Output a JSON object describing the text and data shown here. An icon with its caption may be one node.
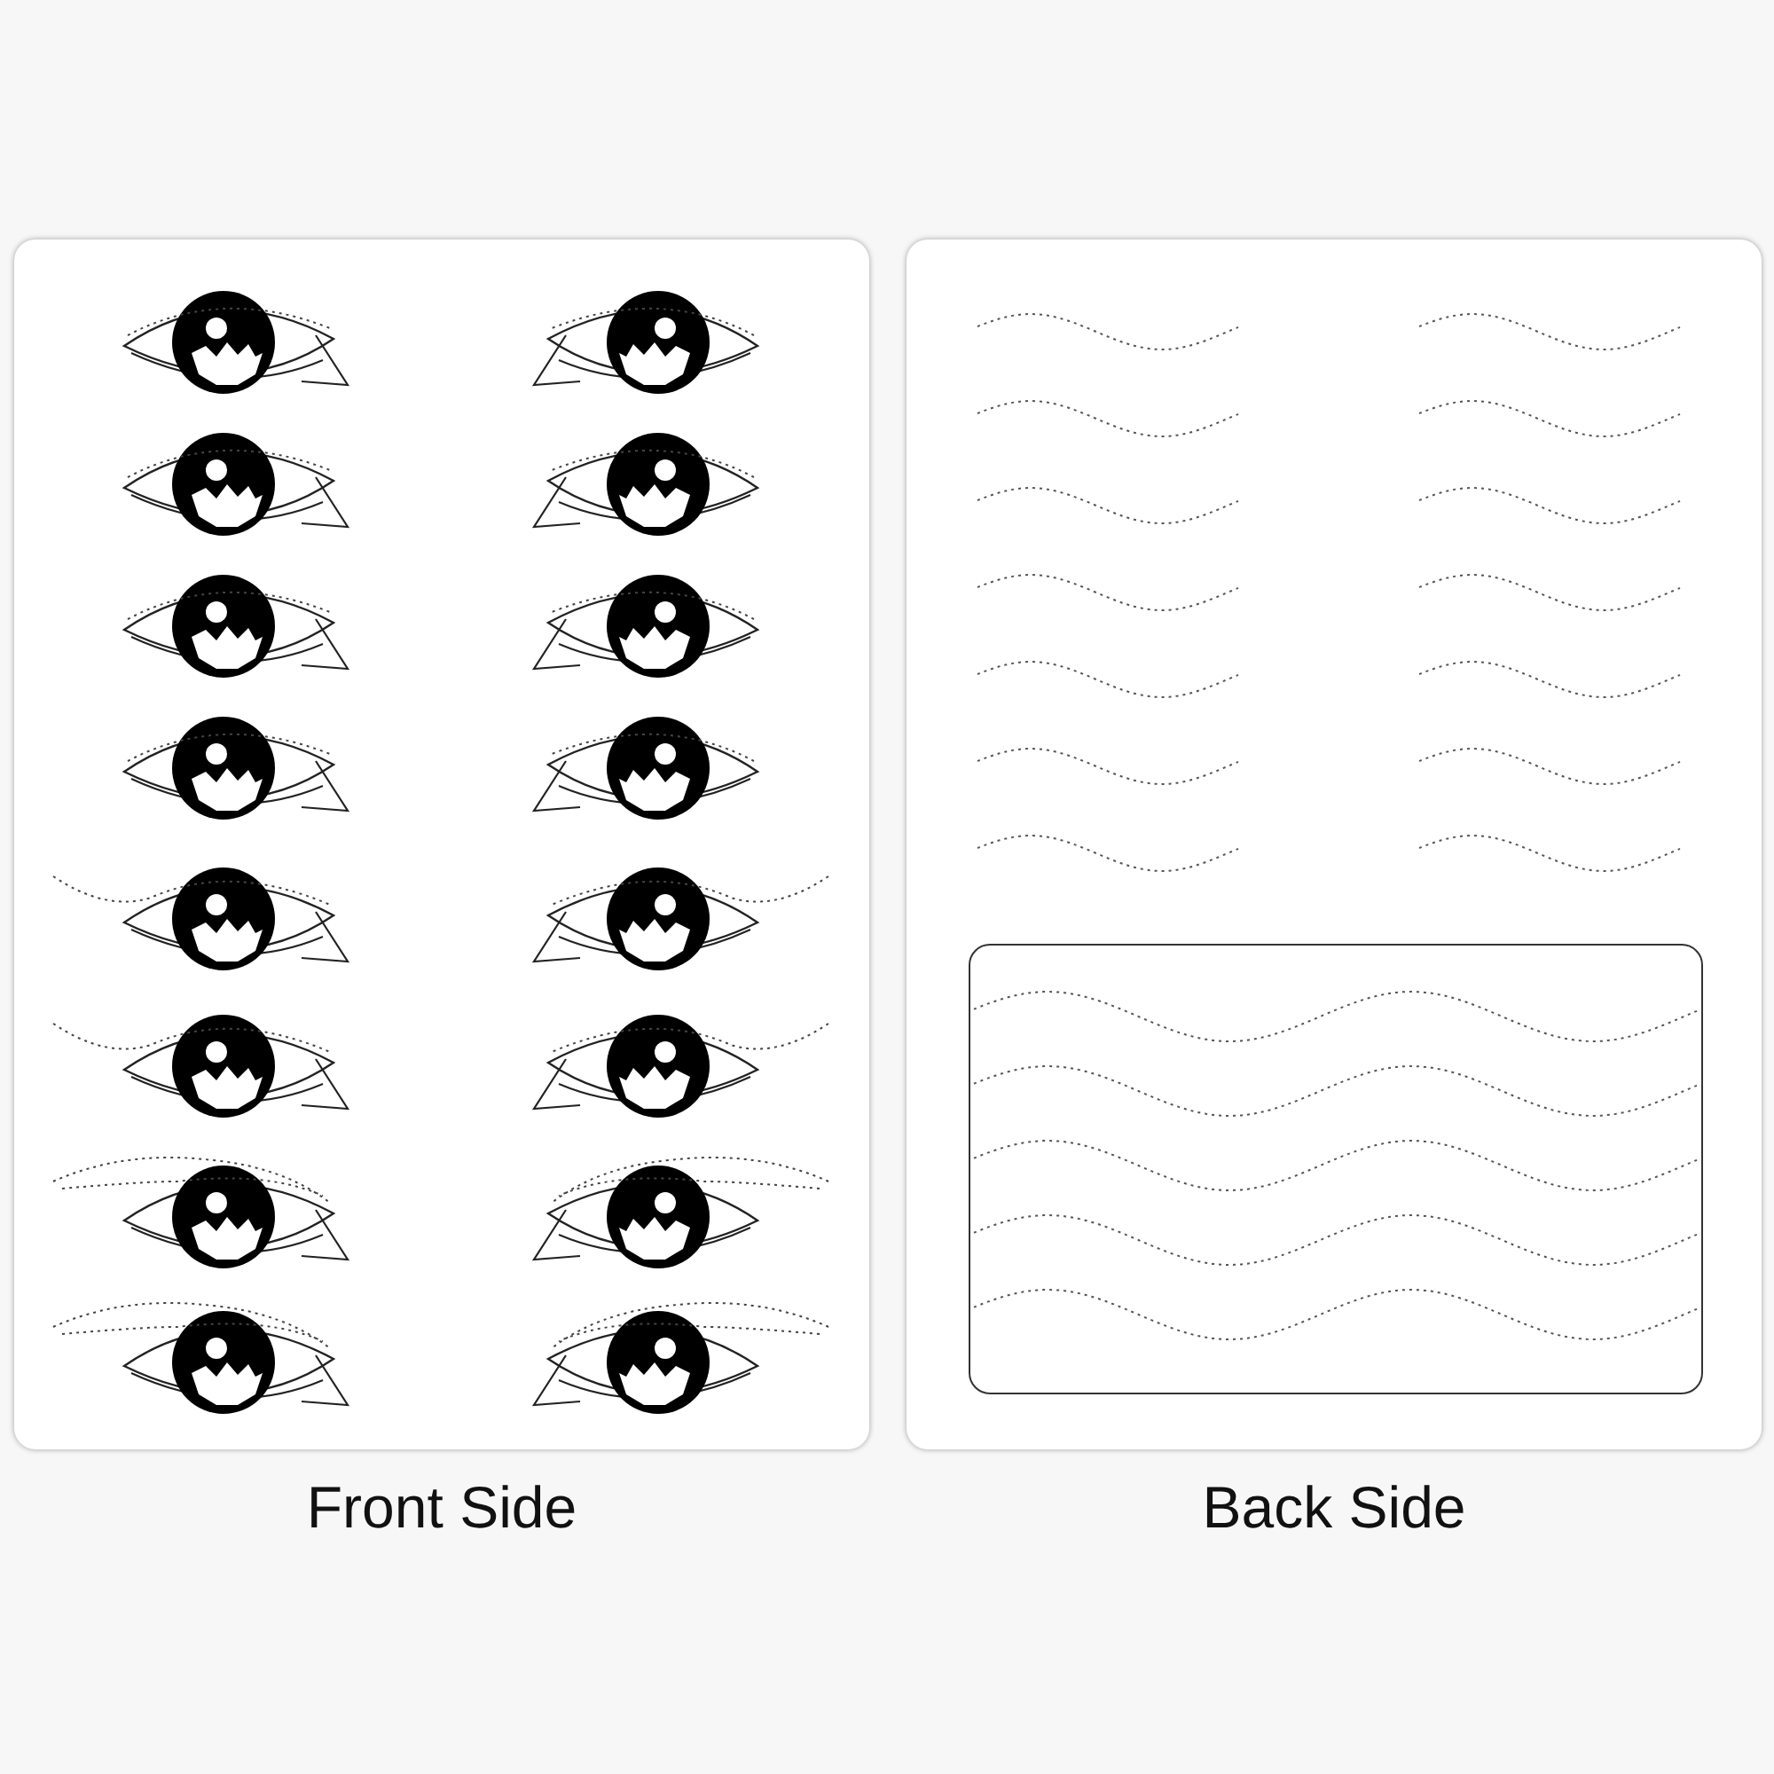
{
  "diagram": {
    "nodes": [
      {
        "text": [
          "Front Side"
        ]
      },
      {
        "text": [
          "Back Side"
        ]
      },
      {
        "text": [],
        "shape": "box",
        "in": 1
      }
    ],
    "edges": []
  }
}
